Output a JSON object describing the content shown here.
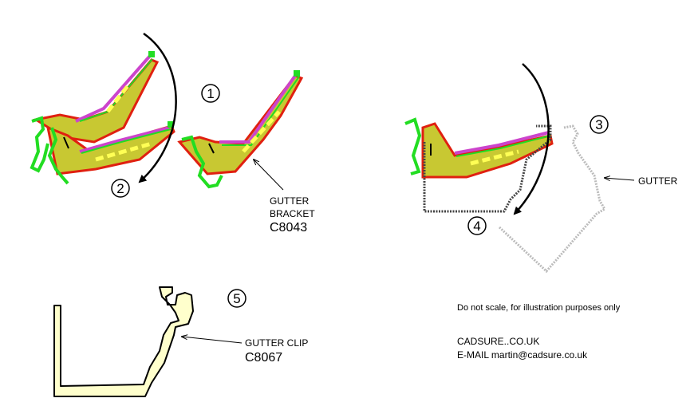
{
  "steps": [
    "1",
    "2",
    "3",
    "4",
    "5"
  ],
  "labels": {
    "bracket_line1": "GUTTER",
    "bracket_line2": "BRACKET",
    "bracket_code": "C8043",
    "gutter": "GUTTER",
    "clip_line1": "GUTTER CLIP",
    "clip_code": "C8067"
  },
  "notes": {
    "disclaimer": "Do not scale, for illustration purposes only",
    "company": "CADSURE..CO.UK",
    "email": "E-MAIL martin@cadsure.co.uk"
  },
  "colors": {
    "bracket_fill": "#c8c832",
    "bracket_edge": "#e02010",
    "clip_green": "#22dd22",
    "purple": "#cc44cc",
    "yellow": "#ffff55",
    "gutter_outline": "#bbbbbb"
  }
}
